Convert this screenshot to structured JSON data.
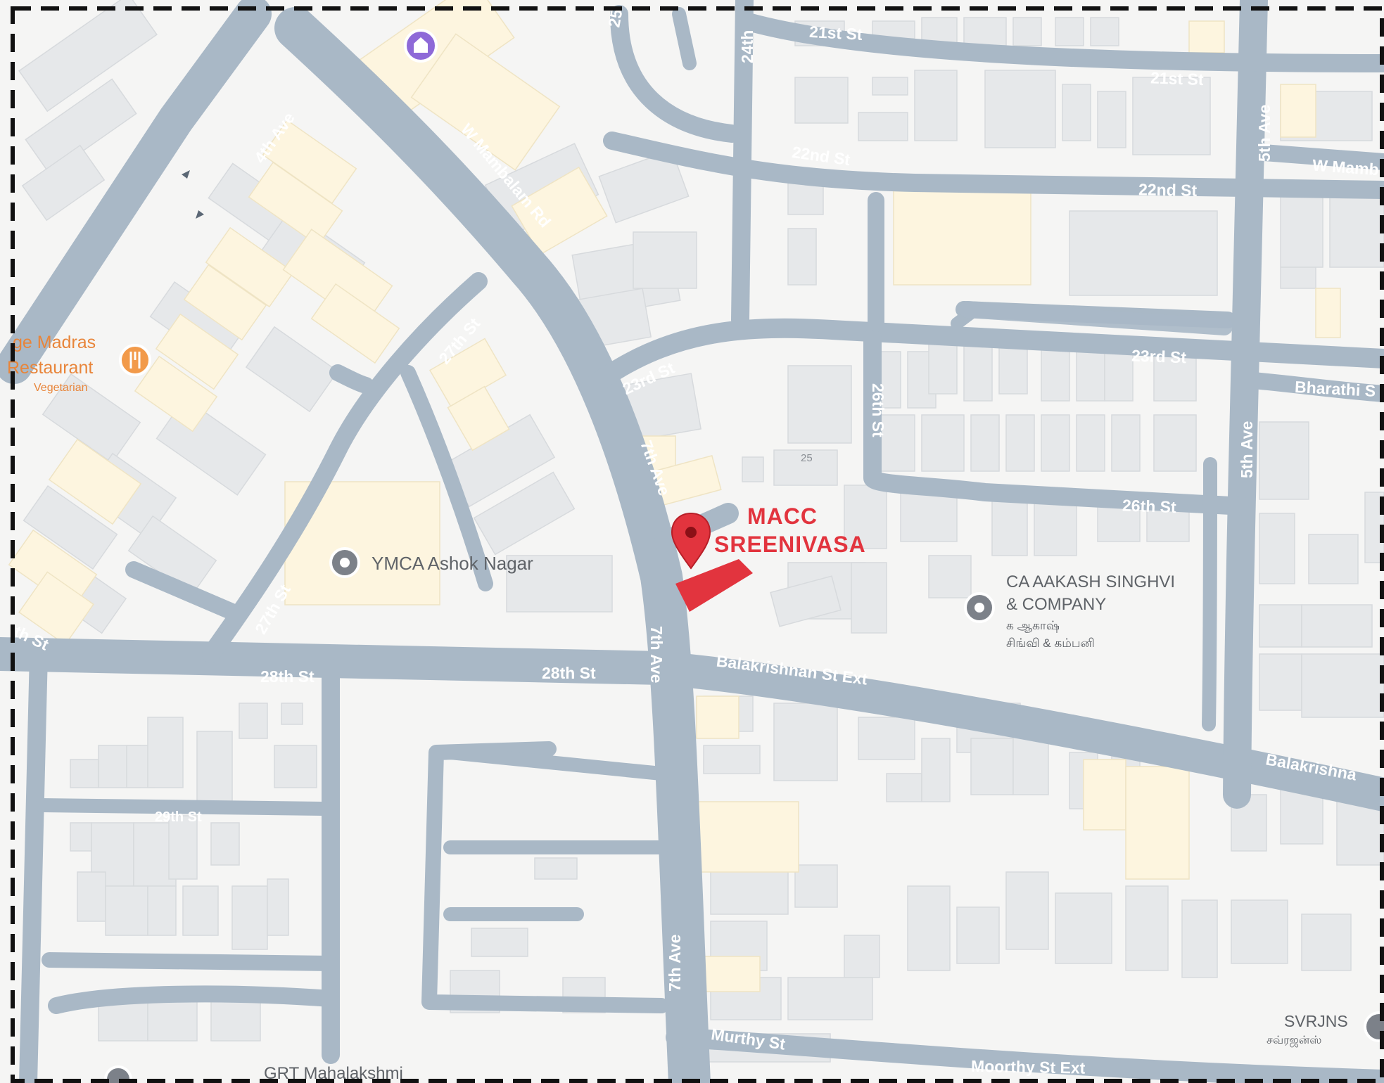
{
  "map": {
    "colors": {
      "background": "#f5f5f4",
      "road": "#a9b8c6",
      "road_label": "#ffffff",
      "building": "#e6e8ea",
      "building_highlight": "#fdf5df",
      "poi_text": "#5f6368",
      "restaurant": "#f29a4a",
      "place_of_worship": "#8e69d8",
      "selected": "#e2343e",
      "frame_border": "#111111"
    },
    "roads": {
      "st21_a": "21st St",
      "st21_b": "21st St",
      "ave24": "24th",
      "num25": "25",
      "st22_a": "22nd St",
      "st22_b": "22nd St",
      "ave5_top": "5th Ave",
      "ave5_mid": "5th Ave",
      "w_mambalam_right": "W Mamb",
      "ave4": "4th Ave",
      "w_mambalam_rd": "W Mambalam Rd",
      "st27_a": "27th St",
      "st27_b": "27th St",
      "st23_a": "23rd St",
      "st23_b": "23rd St",
      "st26_vert": "26th St",
      "bharathi": "Bharathi S",
      "ave7_a": "7th Ave",
      "ave7_b": "7th Ave",
      "ave7_c": "7th Ave",
      "st26": "26th St",
      "st28_left_partial": "th St",
      "st28_a": "28th St",
      "st28_b": "28th St",
      "balakrishnan_ext": "Balakrishnan St Ext",
      "balakrishnan_right": "Balakrishna",
      "st29": "29th St",
      "murthy": "Murthy St",
      "moorthy_ext": "Moorthy St Ext"
    },
    "places": {
      "restaurant": {
        "name_line1": "ge Madras",
        "name_line2": "Restaurant",
        "category": "Vegetarian",
        "icon": "fork-knife-icon"
      },
      "ymca": {
        "name": "YMCA Ashok Nagar",
        "icon": "pin-icon"
      },
      "ca_firm": {
        "name_line1": "CA AAKASH SINGHVI",
        "name_line2": "& COMPANY",
        "tamil_line1": "க ஆகாஷ்",
        "tamil_line2": "சிங்வி & கம்பனி",
        "icon": "pin-icon"
      },
      "svrjns": {
        "name": "SVRJNS",
        "tamil": "சவ்ரஜன்ஸ்",
        "icon": "pin-icon"
      },
      "grt": {
        "name": "GRT Mahalakshmi"
      },
      "temple": {
        "icon": "place-of-worship-icon"
      },
      "building_number": "25"
    },
    "selected": {
      "label_line1": "MACC",
      "label_line2": "SREENIVASA",
      "icon": "red-map-pin-icon"
    }
  }
}
